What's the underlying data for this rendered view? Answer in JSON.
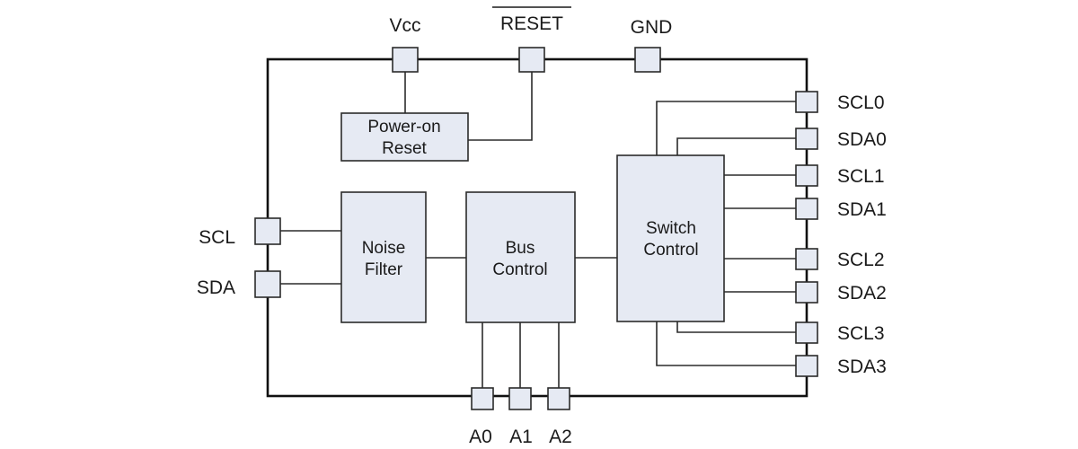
{
  "top_pins": {
    "vcc": "Vcc",
    "reset": "RESET",
    "gnd": "GND"
  },
  "left_pins": {
    "scl": "SCL",
    "sda": "SDA"
  },
  "right_pins": [
    "SCL0",
    "SDA0",
    "SCL1",
    "SDA1",
    "SCL2",
    "SDA2",
    "SCL3",
    "SDA3"
  ],
  "bottom_pins": [
    "A0",
    "A1",
    "A2"
  ],
  "blocks": {
    "power_on_reset": [
      "Power-on",
      "Reset"
    ],
    "noise_filter": [
      "Noise",
      "Filter"
    ],
    "bus_control": [
      "Bus",
      "Control"
    ],
    "switch_control": [
      "Switch",
      "Control"
    ]
  }
}
